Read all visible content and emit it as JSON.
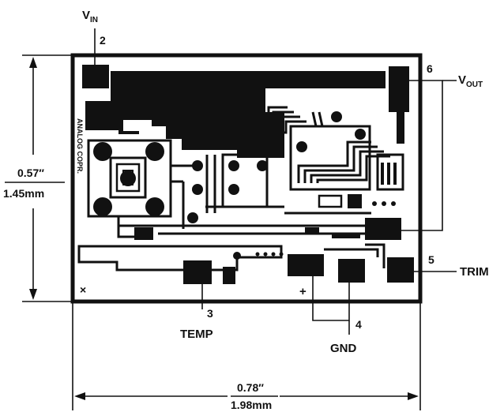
{
  "pins": {
    "vin": {
      "number": "2",
      "name_main": "V",
      "name_sub": "IN"
    },
    "vout": {
      "number": "6",
      "name_main": "V",
      "name_sub": "OUT"
    },
    "trim": {
      "number": "5",
      "name": "TRIM"
    },
    "temp": {
      "number": "3",
      "name": "TEMP"
    },
    "gnd": {
      "number": "4",
      "name": "GND"
    }
  },
  "dimensions": {
    "height_in": "0.57″",
    "height_mm": "1.45mm",
    "width_in": "0.78″",
    "width_mm": "1.98mm"
  },
  "die_marks": {
    "plus": "+",
    "corner": "×",
    "copyright": "ANALOG COPR."
  },
  "colors": {
    "ink": "#111111",
    "background": "#ffffff"
  }
}
